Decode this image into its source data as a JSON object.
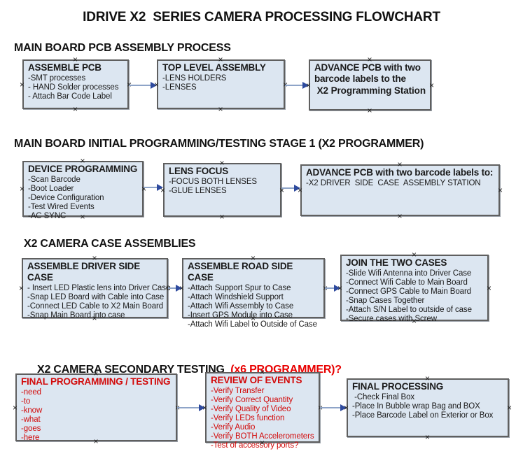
{
  "title": "IDRIVE X2  SERIES CAMERA PROCESSING FLOWCHART",
  "colors": {
    "box_fill": "#dce6f1",
    "box_border": "#5f5f5f",
    "red_text": "#d20a0a",
    "heading_red": "#e80000",
    "arrow_line": "#8ea4c8",
    "arrow_head": "#2e4a9e"
  },
  "sections": [
    {
      "heading": "MAIN BOARD PCB ASSEMBLY PROCESS",
      "boxes": [
        {
          "title": "ASSEMBLE PCB",
          "lines": [
            "-SMT processes",
            "- HAND Solder processes",
            "- Attach Bar Code Label"
          ]
        },
        {
          "title": "TOP LEVEL ASSEMBLY",
          "lines": [
            "-LENS HOLDERS",
            "-LENSES"
          ]
        },
        {
          "title": "ADVANCE PCB with two\nbarcode labels to the",
          "lines": [
            " X2 Programming Station"
          ]
        }
      ]
    },
    {
      "heading": "MAIN BOARD INITIAL PROGRAMMING/TESTING STAGE 1 (X2 PROGRAMMER)",
      "boxes": [
        {
          "title": "DEVICE PROGRAMMING",
          "lines": [
            "-Scan Barcode",
            "-Boot Loader",
            "-Device Configuration",
            "-Test Wired Events",
            "-AC SYNC"
          ]
        },
        {
          "title": "LENS FOCUS",
          "lines": [
            "-FOCUS BOTH LENSES",
            "-GLUE LENSES"
          ]
        },
        {
          "title": "ADVANCE PCB with two barcode labels to:",
          "lines": [
            "-X2 DRIVER  SIDE  CASE  ASSEMBLY STATION"
          ]
        }
      ]
    },
    {
      "heading": "X2 CAMERA CASE ASSEMBLIES",
      "boxes": [
        {
          "title": "ASSEMBLE DRIVER SIDE CASE",
          "lines": [
            "- Insert LED Plastic lens into Driver Case",
            "-Snap LED Board with Cable into Case",
            "-Connect LED Cable to X2 Main Board",
            "-Snap Main Board into case"
          ]
        },
        {
          "title": "ASSEMBLE ROAD SIDE CASE",
          "lines": [
            "-Attach Support Spur to Case",
            "-Attach Windshield Support",
            "-Attach Wifi Assembly to Case",
            "-Insert GPS Module into Case",
            "-Attach Wifi Label to Outside of Case"
          ]
        },
        {
          "title": "JOIN THE TWO CASES",
          "lines": [
            "-Slide Wifi Antenna into Driver Case",
            "-Connect Wifi Cable to Main Board",
            "-Connect GPS Cable to Main Board",
            "-Snap Cases Together",
            "-Attach S/N Label to outside of case",
            "-Secure cases with Screw"
          ]
        }
      ]
    },
    {
      "heading": "X2 CAMERA SECONDARY TESTING  ",
      "heading_red": "(x6 PROGRAMMER)?",
      "boxes": [
        {
          "title": "FINAL PROGRAMMING / TESTING",
          "lines": [
            "-need",
            "-to",
            "-know",
            "-what",
            "-goes",
            "-here"
          ]
        },
        {
          "title": "REVIEW OF EVENTS",
          "lines": [
            "-Verify Transfer",
            "-Verify Correct Quantity",
            "-Verify Quality of Video",
            "-Verify LEDs function",
            "-Verify Audio",
            "-Verify BOTH Accelerometers",
            "-Test of accessory ports?"
          ]
        },
        {
          "title": "FINAL PROCESSING",
          "lines": [
            " -Check Final Box",
            "-Place In Bubble wrap Bag and BOX",
            "-Place Barcode Label on Exterior or Box"
          ]
        }
      ]
    }
  ]
}
